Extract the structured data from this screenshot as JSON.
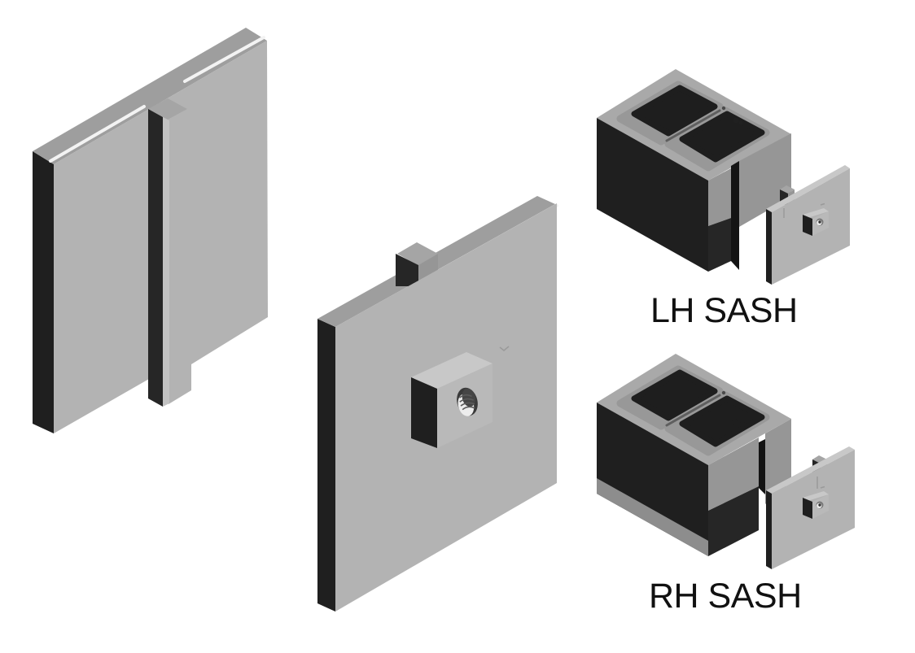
{
  "labels": {
    "lh_sash": "LH SASH",
    "rh_sash": "RH SASH"
  },
  "colors": {
    "background": "#ffffff",
    "face_light": "#b3b3b3",
    "face_top": "#9e9e9e",
    "block_top": "#a9a9a9",
    "face_shadow": "#1f1f1f",
    "slot_dark": "#141414",
    "chamfer_highlight": "#f3f3f3",
    "nut_top": "#c8c8c8",
    "label_text": "#111111"
  },
  "figures": [
    {
      "id": "interlock-panel-figure"
    },
    {
      "id": "nut-plate-panel-figure"
    },
    {
      "id": "lh-sash-block-figure"
    },
    {
      "id": "rh-sash-block-figure"
    }
  ]
}
